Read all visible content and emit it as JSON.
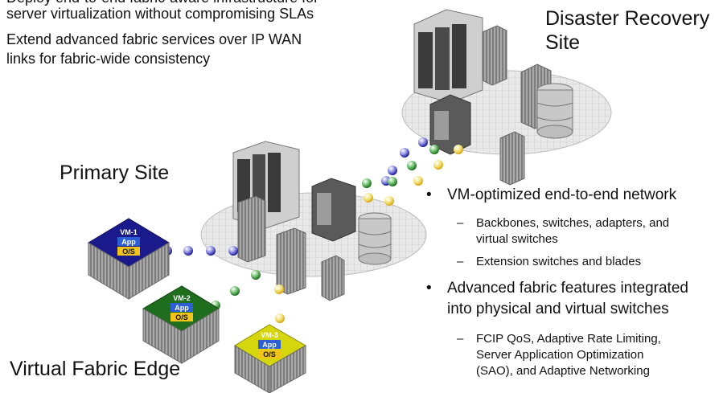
{
  "intro": {
    "line1_partial": "Deploy end-to-end fabric-aware infrastructure for",
    "line2": "server virtualization without compromising SLAs",
    "line3": "Extend advanced fabric services over IP WAN",
    "line4": "links for fabric-wide consistency"
  },
  "sites": {
    "dr_line1": "Disaster Recovery",
    "dr_line2": "Site",
    "primary": "Primary Site",
    "edge": "Virtual Fabric Edge"
  },
  "vms": [
    {
      "name": "VM-1",
      "app": "App",
      "os": "O/S",
      "color": "#1a1a8c"
    },
    {
      "name": "VM-2",
      "app": "App",
      "os": "O/S",
      "color": "#1e6e1e"
    },
    {
      "name": "VM-3",
      "app": "App",
      "os": "O/S",
      "color": "#d6d60e"
    }
  ],
  "bullets": [
    {
      "text": "VM-optimized end-to-end network",
      "subs": [
        {
          "l1": "Backbones, switches, adapters, and",
          "l2": "virtual switches"
        },
        {
          "l1": "Extension switches and blades",
          "l2": ""
        }
      ]
    },
    {
      "text_l1": "Advanced fabric features integrated",
      "text_l2": "into physical and virtual switches",
      "subs": [
        {
          "l1": "FCIP QoS, Adaptive Rate Limiting,",
          "l2": "Server Application Optimization",
          "l3": "(SAO), and Adaptive Networking"
        }
      ]
    }
  ],
  "colors": {
    "blue_link": "#2b2bb0",
    "green_link": "#2a8a2a",
    "yellow_link": "#e0c020",
    "app_badge": "#2c5fd6",
    "os_badge": "#f0c418"
  }
}
